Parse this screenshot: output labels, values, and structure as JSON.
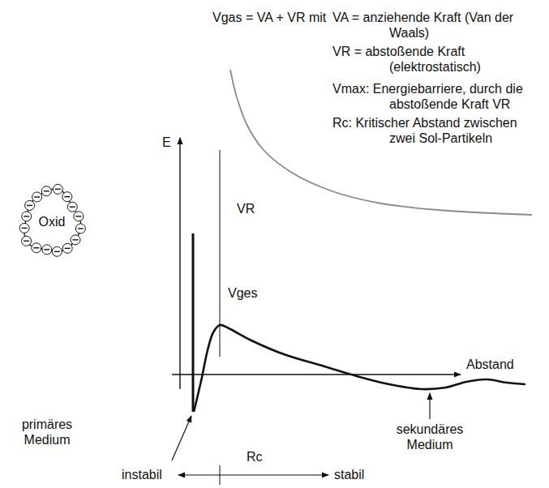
{
  "diagram": {
    "nodes": [
      {
        "text": [
          "Oxid"
        ]
      }
    ],
    "labels": [
      "Vgas = VA + VR mit",
      "VA = anziehende Kraft (Van der Waals)",
      "VR = abstoßende Kraft (elektrostatisch)",
      "Vmax: Energiebarriere, durch die abstoßende Kraft VR",
      "Rc: Kritischer Abstand zwischen zwei Sol-Partikeln",
      "E",
      "VR",
      "Vges",
      "Abstand",
      "primäres Medium",
      "sekundäres Medium",
      "instabil",
      "Rc",
      "stabil"
    ]
  }
}
